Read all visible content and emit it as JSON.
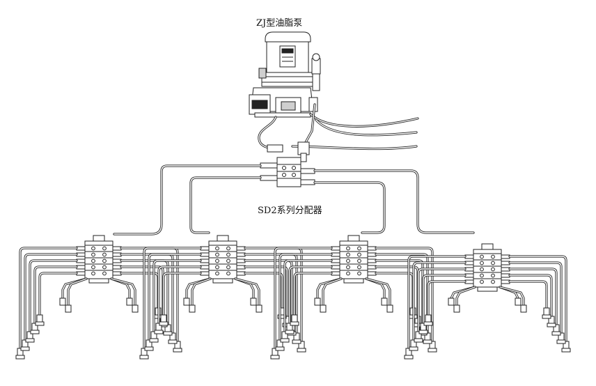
{
  "pump": {
    "label": "ZJ型油脂泵"
  },
  "distributor": {
    "label": "SD2系列分配器"
  },
  "secondary_distributors": [
    {
      "id": "group-1"
    },
    {
      "id": "group-2"
    },
    {
      "id": "group-3"
    },
    {
      "id": "group-4"
    }
  ]
}
